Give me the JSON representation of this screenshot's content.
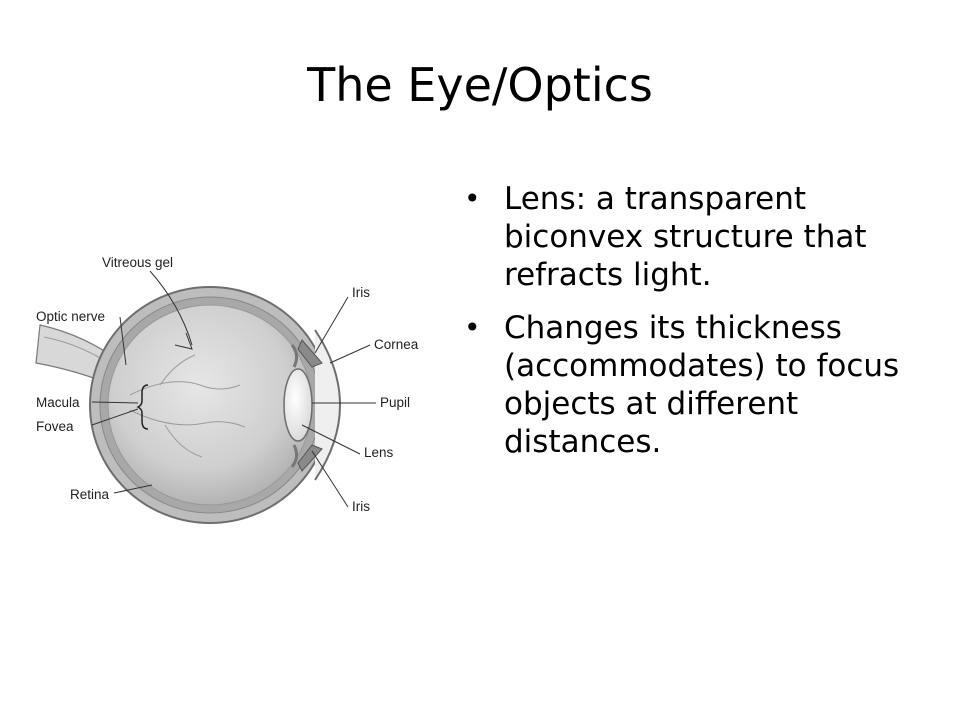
{
  "slide": {
    "title": "The Eye/Optics"
  },
  "diagram": {
    "labels": {
      "vitreous_gel": "Vitreous gel",
      "optic_nerve": "Optic nerve",
      "macula": "Macula",
      "fovea": "Fovea",
      "retina": "Retina",
      "iris_top": "Iris",
      "cornea": "Cornea",
      "pupil": "Pupil",
      "lens": "Lens",
      "iris_bottom": "Iris"
    }
  },
  "bullets": [
    {
      "text": "Lens: a transparent biconvex structure that refracts light."
    },
    {
      "text": "Changes its thickness (accommodates) to focus objects at different distances."
    }
  ]
}
